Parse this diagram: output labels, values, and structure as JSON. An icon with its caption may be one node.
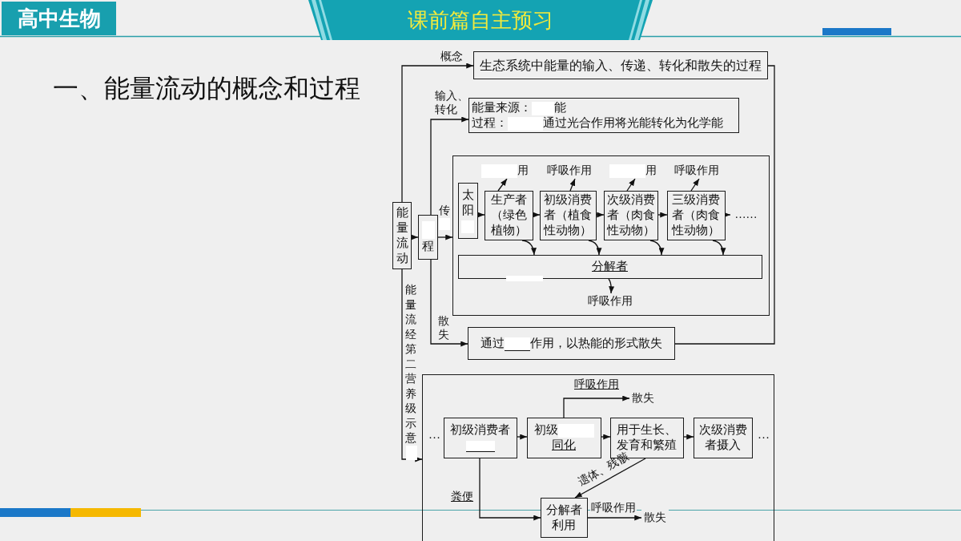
{
  "diagram": {
    "title": "一、能量流动的概念和过程",
    "nodes": [
      {
        "text": [
          "能量流动"
        ]
      },
      {
        "text": [
          "程"
        ]
      },
      {
        "text": [
          "生态系统中能量的输入、传递、转化和散失的过程"
        ]
      },
      {
        "text": [
          "能量来源：",
          "能",
          "过程：",
          "通过光合作用将光能转化为化学能"
        ]
      },
      {
        "text": [],
        "shape": "box"
      },
      {
        "text": [
          "太阳"
        ],
        "in": 4
      },
      {
        "text": [
          "生产者（绿色植物）"
        ],
        "in": 4
      },
      {
        "text": [
          "初级消费者（植食性动物）"
        ],
        "in": 4
      },
      {
        "text": [
          "次级消费者（肉食性动物）"
        ],
        "in": 4
      },
      {
        "text": [
          "三级消费者（肉食性动物）"
        ],
        "in": 4
      },
      {
        "text": [
          "……"
        ],
        "in": 4
      },
      {
        "text": [
          "用"
        ],
        "in": 4
      },
      {
        "text": [
          "呼吸作用"
        ],
        "in": 4
      },
      {
        "text": [
          "用"
        ],
        "in": 4
      },
      {
        "text": [
          "呼吸作用"
        ],
        "in": 4
      },
      {
        "text": [
          "分解者"
        ],
        "in": 4
      },
      {
        "text": [
          "呼吸作用"
        ],
        "in": 4
      },
      {
        "text": [
          "通过",
          "作用，以热能的形式散失"
        ]
      },
      {
        "text": [],
        "shape": "box"
      },
      {
        "text": [
          "初级消费者"
        ],
        "in": 18,
        "beside": [
          "…"
        ]
      },
      {
        "text": [
          "初级",
          "同化"
        ],
        "in": 18
      },
      {
        "text": [
          "用于生长、发育和繁殖"
        ],
        "in": 18
      },
      {
        "text": [
          "次级消费者摄入"
        ],
        "in": 18,
        "beside": [
          "…"
        ]
      },
      {
        "text": [
          "散失"
        ],
        "in": 18
      },
      {
        "text": [
          "分解者利用"
        ],
        "in": 18
      },
      {
        "text": [
          "散失"
        ],
        "in": 18
      }
    ],
    "edges": [
      {
        "from": 0,
        "to": 2,
        "arrow": "to",
        "label": "概念"
      },
      {
        "from": 0,
        "to": 1,
        "arrow": "to"
      },
      {
        "from": 1,
        "to": 3,
        "arrow": "to",
        "label": "输入、转化"
      },
      {
        "from": 1,
        "to": 4,
        "arrow": "to",
        "label": "传"
      },
      {
        "from": 1,
        "to": 17,
        "arrow": "to",
        "label": "散失"
      },
      {
        "from": 2,
        "to": 17,
        "arrow": "none"
      },
      {
        "from": 0,
        "to": 18,
        "arrow": "to",
        "label": "能量流经第二营养级示意"
      },
      {
        "from": 5,
        "to": 6,
        "arrow": "to"
      },
      {
        "from": 6,
        "to": 7,
        "arrow": "to"
      },
      {
        "from": 7,
        "to": 8,
        "arrow": "to"
      },
      {
        "from": 8,
        "to": 9,
        "arrow": "to"
      },
      {
        "from": 9,
        "to": 10,
        "arrow": "to"
      },
      {
        "from": 6,
        "to": 11,
        "arrow": "to"
      },
      {
        "from": 7,
        "to": 12,
        "arrow": "to"
      },
      {
        "from": 8,
        "to": 13,
        "arrow": "to"
      },
      {
        "from": 9,
        "to": 14,
        "arrow": "to"
      },
      {
        "from": 6,
        "to": 15,
        "arrow": "to"
      },
      {
        "from": 7,
        "to": 15,
        "arrow": "to"
      },
      {
        "from": 8,
        "to": 15,
        "arrow": "to"
      },
      {
        "from": 9,
        "to": 15,
        "arrow": "to"
      },
      {
        "from": 15,
        "to": 16,
        "arrow": "to"
      },
      {
        "from": 19,
        "to": 20,
        "arrow": "to"
      },
      {
        "from": 20,
        "to": 21,
        "arrow": "to"
      },
      {
        "from": 21,
        "to": 22,
        "arrow": "to"
      },
      {
        "from": 20,
        "to": 23,
        "arrow": "to",
        "label": "呼吸作用"
      },
      {
        "from": 21,
        "to": 24,
        "arrow": "to",
        "label": "遗体、残骸"
      },
      {
        "from": 19,
        "to": 24,
        "arrow": "to",
        "label": "粪便"
      },
      {
        "from": 24,
        "to": 25,
        "arrow": "to",
        "label": "呼吸作用"
      }
    ],
    "labels": [
      "高中生物",
      "课前篇自主预习"
    ]
  }
}
